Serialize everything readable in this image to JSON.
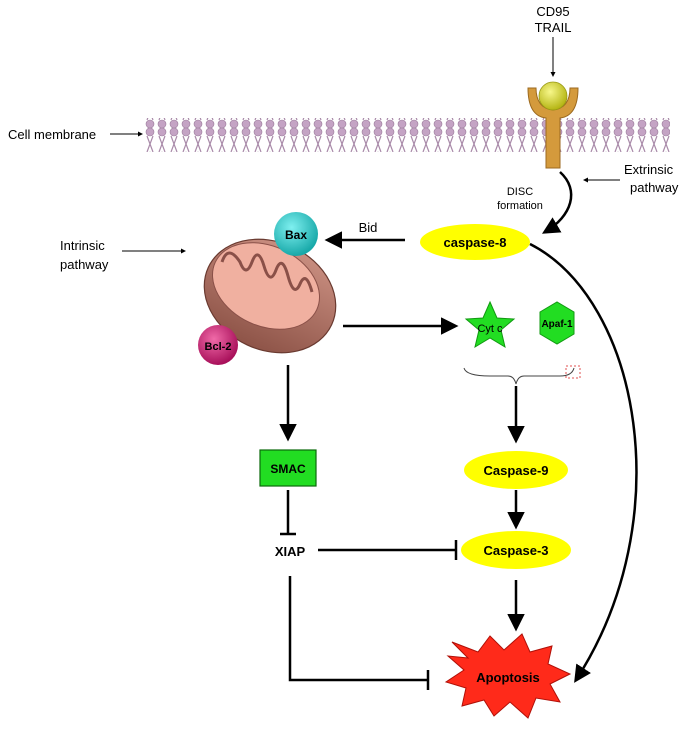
{
  "receptor": {
    "line1": "CD95",
    "line2": "TRAIL"
  },
  "labels": {
    "cell_membrane": "Cell membrane",
    "extrinsic_line1": "Extrinsic",
    "extrinsic_line2": "pathway",
    "disc_line1": "DISC",
    "disc_line2": "formation",
    "intrinsic_line1": "Intrinsic",
    "intrinsic_line2": "pathway",
    "bid": "Bid"
  },
  "nodes": {
    "bax": "Bax",
    "bcl2": "Bcl-2",
    "caspase8": "caspase-8",
    "cytc": "Cyt c",
    "apaf1": "Apaf-1",
    "caspase9": "Caspase-9",
    "caspase3": "Caspase-3",
    "smac": "SMAC",
    "xiap": "XIAP",
    "apoptosis": "Apoptosis"
  },
  "colors": {
    "membrane": "#c9a9c9",
    "receptor": "#d49a3c",
    "ligand": "#d8d82a",
    "caspase": "#ffff00",
    "bax": "#2ad0d0",
    "bcl2": "#d81b7a",
    "mito": "#b07468",
    "green": "#22dd22",
    "apoptosis": "#ff2a1a"
  }
}
